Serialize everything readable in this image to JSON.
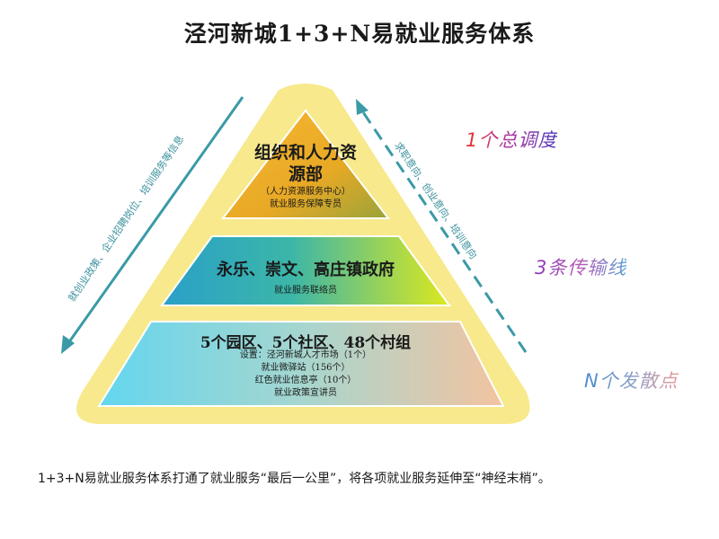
{
  "title": "泾河新城1+3+N易就业服务体系",
  "tiers": {
    "top": {
      "title": "组织和人力资源部",
      "sub_lines": [
        "（人力资源服务中心）",
        "就业服务保障专员"
      ]
    },
    "middle": {
      "title": "永乐、崇文、高庄镇政府",
      "sub": "就业服务联络员"
    },
    "bottom": {
      "title": "5个园区、5个社区、48个村组",
      "sub_lines": [
        "设置：泾河新城人才市场（1个）",
        "就业微驿站（156个）",
        "红色就业信息亭（10个）",
        "就业政策宣讲员"
      ]
    }
  },
  "side_labels": {
    "level1": "1个总调度",
    "level2": "3条传输线",
    "level3": "N个发散点"
  },
  "arrows": {
    "left_text": "就创业政策、企业招聘岗位、培训服务等信息",
    "right_text": "求职意向、创业意向、培训意向"
  },
  "caption": "1+3+N易就业服务体系打通了就业服务“最后一公里”，将各项就业服务延伸至“神经末梢”。",
  "colors": {
    "outer_yellow": "#f7e98c",
    "arrow_teal": "#3a9aa6"
  }
}
